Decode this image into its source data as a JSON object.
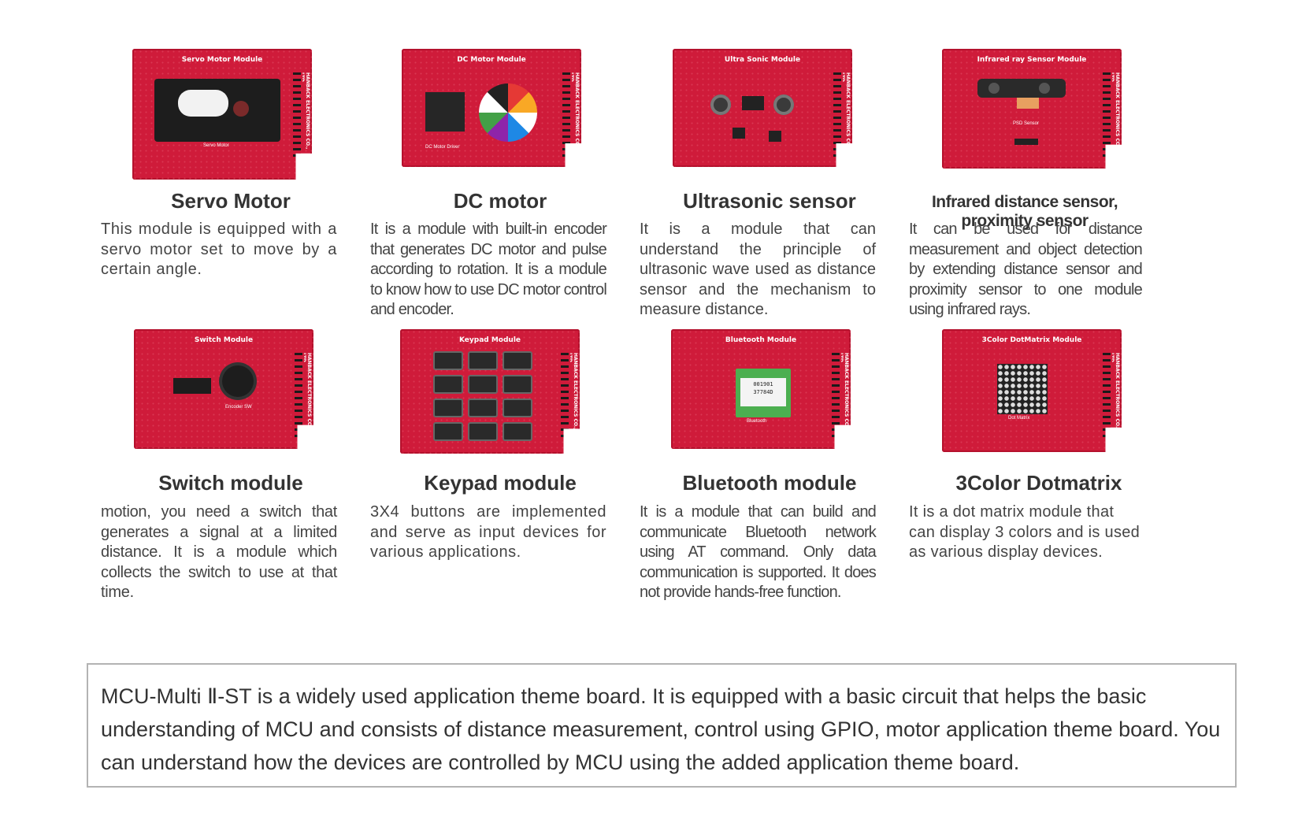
{
  "modules": [
    {
      "title": "Servo Motor",
      "board_label": "Servo Motor Module",
      "board_sublabel": "Servo Motor",
      "description": "This module is equipped with a servo motor set to move by a certain angle."
    },
    {
      "title": "DC motor",
      "board_label": "DC Motor Module",
      "board_sublabel": "DC Motor Driver",
      "description": "It is a module with built-in encoder that generates DC motor and pulse according to rotation. It is a module to know how to use DC motor control and encoder."
    },
    {
      "title": "Ultrasonic sensor",
      "board_label": "Ultra Sonic Module",
      "board_sublabel": "",
      "description": "It is a module that can understand the principle of ultrasonic wave used as distance sensor and the mechanism to measure distance."
    },
    {
      "title": "Infrared distance sensor, proximity sensor",
      "board_label": "Infrared ray Sensor Module",
      "board_sublabel": "PSD Sensor",
      "description": "It can be used for distance measurement and object detection by extending distance sensor and proximity sensor to one module using infrared rays."
    },
    {
      "title": "Switch module",
      "board_label": "Switch Module",
      "board_sublabel": "Encoder SW",
      "description": "motion, you need a switch that generates a signal at a limited distance. It is a module which collects the switch to use at that time."
    },
    {
      "title": "Keypad module",
      "board_label": "Keypad Module",
      "board_sublabel": "",
      "description": "3X4 buttons are implemented and serve as input devices for various applications."
    },
    {
      "title": "Bluetooth module",
      "board_label": "Bluetooth Module",
      "board_sublabel": "Bluetooth",
      "description": "It is a module that can build and communicate Bluetooth network using AT command. Only data communication is supported. It does not provide hands-free function."
    },
    {
      "title": "3Color Dotmatrix",
      "board_label": "3Color DotMatrix Module",
      "board_sublabel": "Dot Matrix",
      "description": "It is a dot matrix module that can display 3 colors and is used as various display devices."
    }
  ],
  "board_vendor": "HANBACK ELECTRONICS CO., LTD.",
  "bluetooth_chip_text": "001901 37784D",
  "summary": "MCU-Multi Ⅱ-ST is a widely used application theme board. It is equipped with a basic circuit that helps the basic understanding of MCU and consists of distance measurement, control using GPIO, motor application theme board. You can understand how the devices are controlled by MCU using the added application theme board.",
  "colors": {
    "board_red": "#cf1b3a",
    "text": "#333333",
    "border": "#b3b3b3"
  }
}
